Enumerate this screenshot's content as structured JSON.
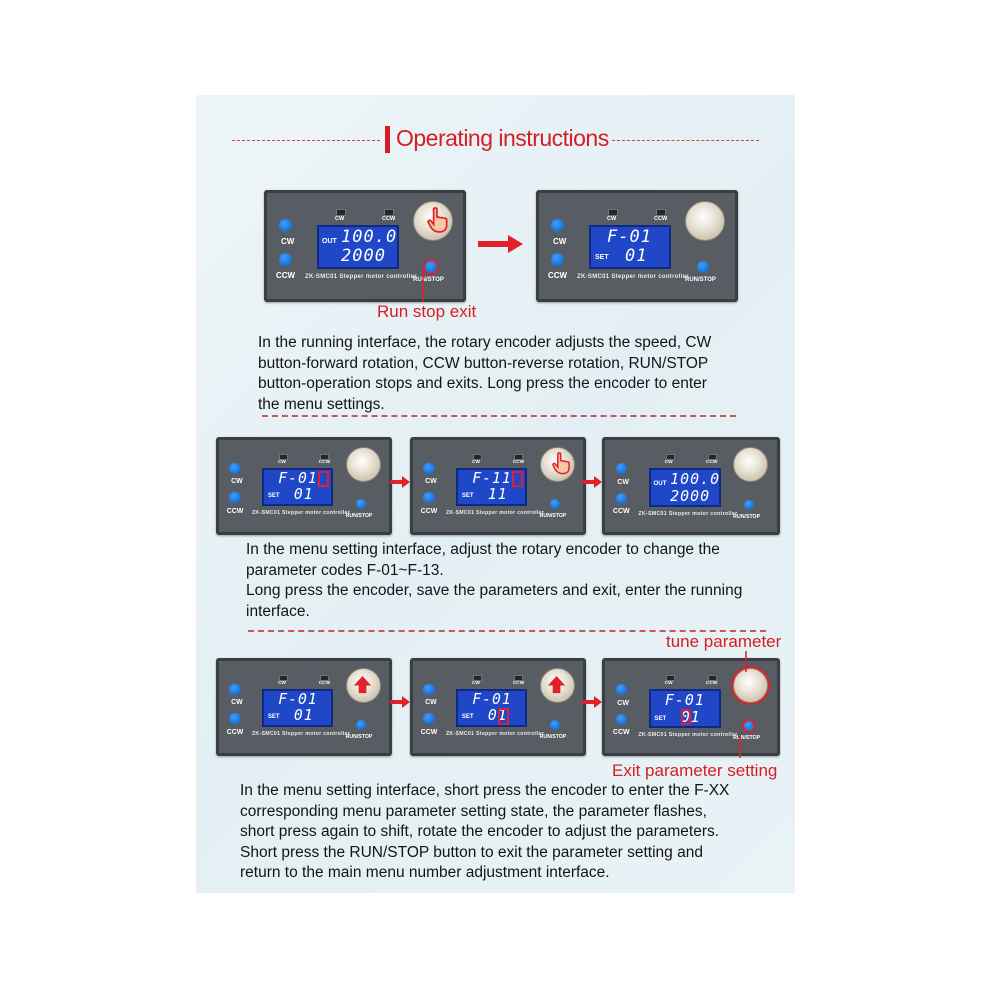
{
  "title": "Operating instructions",
  "common": {
    "cw_label": "CW",
    "ccw_label": "CCW",
    "runstop_label": "RUN/STOP",
    "brand": "ZK-SMC01  Stepper motor controller",
    "set_label": "SET",
    "out_label": "OUT"
  },
  "panels": [
    {
      "mode": "out",
      "line1": "100.0",
      "line2": "2000",
      "knob": "hand"
    },
    {
      "mode": "set",
      "line1": "F-01",
      "line2": "01",
      "knob": "plain"
    },
    {
      "mode": "set",
      "line1": "F-01",
      "line2": "01",
      "knob": "plain",
      "highlight": "f-last"
    },
    {
      "mode": "set",
      "line1": "F-11",
      "line2": "11",
      "knob": "hand",
      "highlight": "f-last"
    },
    {
      "mode": "out",
      "line1": "100.0",
      "line2": "2000",
      "knob": "plain"
    },
    {
      "mode": "set",
      "line1": "F-01",
      "line2": "01",
      "knob": "arrow"
    },
    {
      "mode": "set",
      "line1": "F-01",
      "line2": "01",
      "knob": "arrow",
      "highlight": "set-last"
    },
    {
      "mode": "set",
      "line1": "F-01",
      "line2": "01",
      "knob": "ring",
      "highlight": "set-first",
      "runstop_ring": true
    }
  ],
  "callouts": {
    "run_stop_exit": "Run stop exit",
    "tune_parameter": "tune parameter",
    "exit_parameter_setting": "Exit parameter setting"
  },
  "paragraphs": {
    "p1": [
      "In the running interface, the rotary encoder adjusts the speed, CW",
      "button-forward rotation, CCW button-reverse rotation, RUN/STOP",
      "button-operation stops and exits. Long press the encoder to enter",
      "the menu settings."
    ],
    "p2": [
      "In the menu setting interface, adjust the rotary encoder to change the",
      "parameter codes F-01~F-13.",
      "Long press the encoder, save the parameters and exit, enter the running",
      "interface."
    ],
    "p3": [
      "In the menu setting interface, short press the encoder to enter the F-XX",
      "corresponding menu parameter setting state, the parameter flashes,",
      "short press again to shift, rotate the encoder to adjust the parameters.",
      "Short press the RUN/STOP button to exit the parameter setting and",
      "return to the main menu number adjustment interface."
    ]
  },
  "colors": {
    "accent_red": "#d41f24",
    "lcd_blue": "#1f47c8",
    "button_blue": "#1f7be6",
    "panel_gray": "#585c63"
  }
}
